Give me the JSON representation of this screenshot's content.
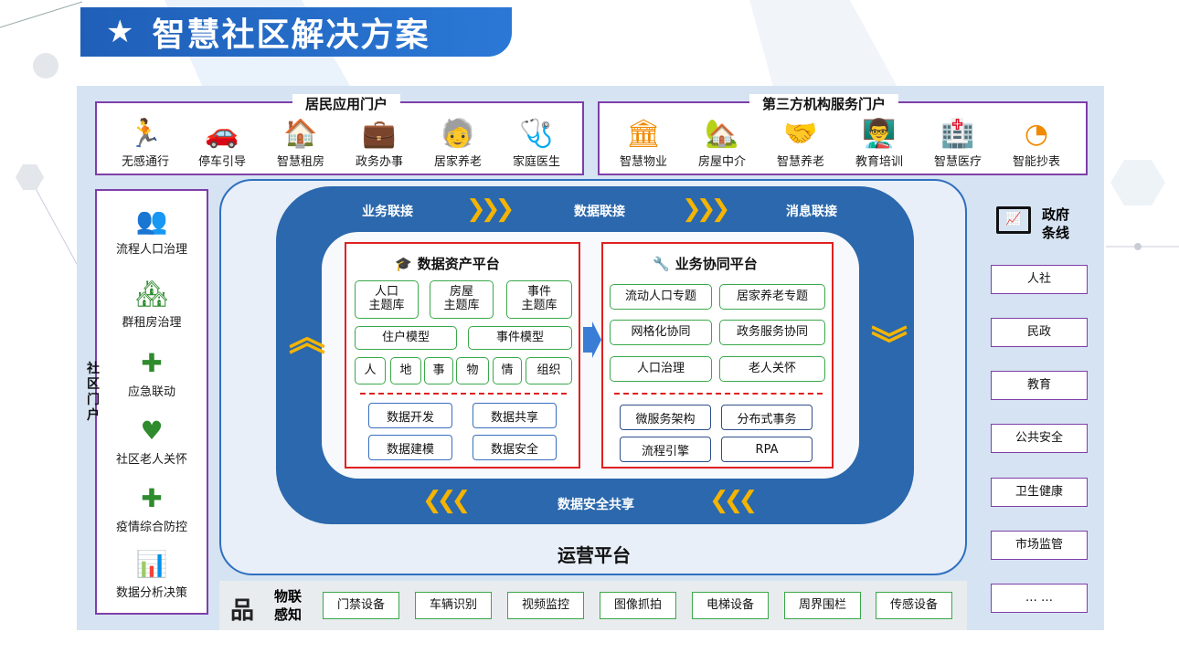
{
  "header": {
    "title": "智慧社区解决方案",
    "star": "★"
  },
  "resident_portal": {
    "title": "居民应用门户",
    "apps": [
      {
        "label": "无感通行",
        "icon": "🏃"
      },
      {
        "label": "停车引导",
        "icon": "🚗"
      },
      {
        "label": "智慧租房",
        "icon": "🏠"
      },
      {
        "label": "政务办事",
        "icon": "💼"
      },
      {
        "label": "居家养老",
        "icon": "🧓"
      },
      {
        "label": "家庭医生",
        "icon": "🩺"
      }
    ]
  },
  "third_party_portal": {
    "title": "第三方机构服务门户",
    "apps": [
      {
        "label": "智慧物业",
        "icon": "🏛"
      },
      {
        "label": "房屋中介",
        "icon": "🏡"
      },
      {
        "label": "智慧养老",
        "icon": "🤝"
      },
      {
        "label": "教育培训",
        "icon": "👨‍🏫"
      },
      {
        "label": "智慧医疗",
        "icon": "🏥"
      },
      {
        "label": "智能抄表",
        "icon": "◔"
      }
    ]
  },
  "community_portal": {
    "label": "社区门户",
    "items": [
      {
        "label": "流程人口治理",
        "icon": "👥"
      },
      {
        "label": "群租房治理",
        "icon": "🏘"
      },
      {
        "label": "应急联动",
        "icon": "✚"
      },
      {
        "label": "社区老人关怀",
        "icon": "♥"
      },
      {
        "label": "疫情综合防控",
        "icon": "✚"
      },
      {
        "label": "数据分析决策",
        "icon": "📊"
      }
    ]
  },
  "government": {
    "title_line1": "政府",
    "title_line2": "条线",
    "items": [
      "人社",
      "民政",
      "教育",
      "公共安全",
      "卫生健康",
      "市场监管",
      "… …"
    ]
  },
  "ring": {
    "top_labels": [
      "业务联接",
      "数据联接",
      "消息联接"
    ],
    "bottom_label": "数据安全共享",
    "chevrons_right": "❯❯❯",
    "chevrons_left": "❮❮❮",
    "chevrons_up": "︽",
    "chevrons_down": "︾"
  },
  "data_platform": {
    "title": "数据资产平台",
    "icon": "🎓",
    "topic_libs": [
      {
        "line1": "人口",
        "line2": "主题库"
      },
      {
        "line1": "房屋",
        "line2": "主题库"
      },
      {
        "line1": "事件",
        "line2": "主题库"
      }
    ],
    "models": [
      "住户模型",
      "事件模型"
    ],
    "elements": [
      "人",
      "地",
      "事",
      "物",
      "情",
      "组织"
    ],
    "capabilities": [
      "数据开发",
      "数据共享",
      "数据建模",
      "数据安全"
    ]
  },
  "biz_platform": {
    "title": "业务协同平台",
    "icon": "🔧",
    "topics": [
      "流动人口专题",
      "居家养老专题",
      "网格化协同",
      "政务服务协同",
      "人口治理",
      "老人关怀"
    ],
    "capabilities": [
      "微服务架构",
      "分布式事务",
      "流程引擎",
      "RPA"
    ]
  },
  "ops_platform": {
    "label": "运营平台"
  },
  "iot": {
    "title_line1": "物联",
    "title_line2": "感知",
    "icon": "品",
    "devices": [
      "门禁设备",
      "车辆识别",
      "视频监控",
      "图像抓拍",
      "电梯设备",
      "周界围栏",
      "传感设备"
    ]
  },
  "colors": {
    "banner": "#1f5fb8",
    "ring": "#2b68ad",
    "panel_border": "#7e3fa8",
    "accent_chevron": "#f4b400",
    "red_box": "#e02020",
    "green_box": "#3aa84a"
  }
}
